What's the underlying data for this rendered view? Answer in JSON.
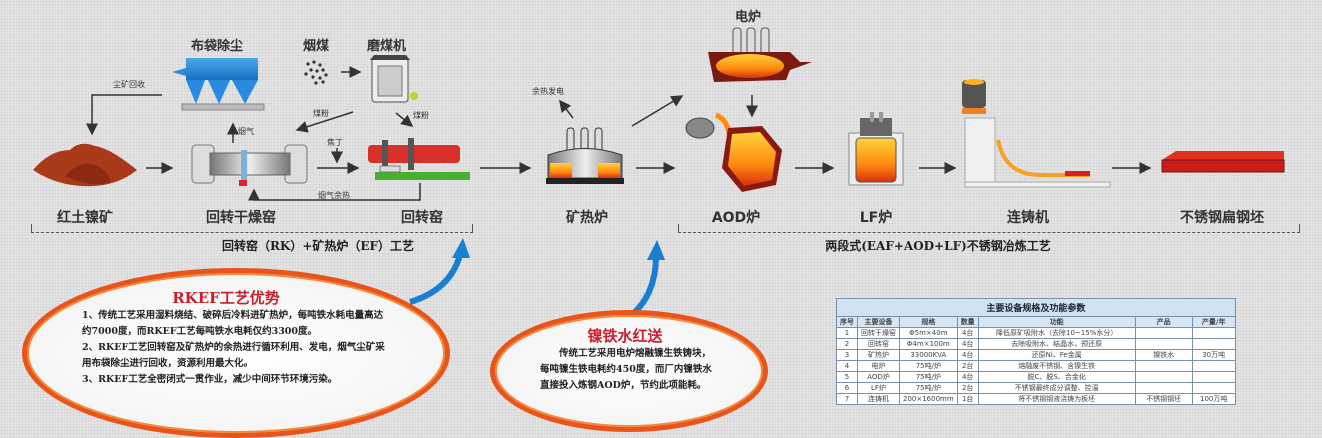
{
  "rk_ef": {
    "nodes": {
      "laterite": "红土镍矿",
      "dryer": "回转干燥窑",
      "kiln": "回转窑",
      "ef": "矿热炉",
      "baghouse": "布袋除尘",
      "coal": "烟煤",
      "mill": "磨煤机"
    },
    "flows": {
      "dust_recovery": "尘矿回收",
      "flue_gas": "烟气",
      "coal_powder_1": "煤粉",
      "coal_powder_2": "煤粉",
      "coke": "焦丁",
      "flue_heat": "烟气余热",
      "waste_heat_power": "余热发电"
    },
    "group_title": "回转窑（RK）+矿热炉（EF）工艺"
  },
  "steel": {
    "nodes": {
      "eaf": "电炉",
      "aod": "AOD炉",
      "lf": "LF炉",
      "caster": "连铸机",
      "slab": "不锈钢扁钢坯"
    },
    "group_title": "两段式(EAF+AOD+LF)不锈钢冶炼工艺"
  },
  "rkef_advantages": {
    "title": "RKEF工艺优势",
    "items": [
      "1、传统工艺采用湿料烧结、破碎后冷料进矿热炉，每吨铁水耗电量高达约7000度，而RKEF工艺每吨铁水电耗仅约3300度。",
      "2、RKEF工艺回转窑及矿热炉的余热进行循环利用、发电，烟气尘矿采用布袋除尘进行回收，资源利用最大化。",
      "3、RKEF工艺全密闭式一贯作业，减少中间环节环境污染。"
    ]
  },
  "hot_metal": {
    "title": "镍铁水红送",
    "text": "传统工艺采用电炉熔融镍生铁铸块，每吨镍生铁电耗约450度，而厂内镍铁水直接投入炼钢AOD炉，节约此项能耗。"
  },
  "spec_table": {
    "title": "主要设备规格及功能参数",
    "headers": [
      "序号",
      "主要设备",
      "规格",
      "数量",
      "功能",
      "产品",
      "产量/年"
    ],
    "rows": [
      [
        "1",
        "回转干燥窑",
        "Φ5m×40m",
        "4台",
        "降低原矿吸附水（去除10~15%水分）",
        "",
        ""
      ],
      [
        "2",
        "回转窑",
        "Φ4m×100m",
        "4台",
        "去除吸附水、结晶水，预还原",
        "",
        ""
      ],
      [
        "3",
        "矿热炉",
        "33000KVA",
        "4台",
        "还原Ni、Fe金属",
        "镍铁水",
        "30万吨"
      ],
      [
        "4",
        "电炉",
        "75吨/炉",
        "2台",
        "熔融废不锈钢、含镍生铁",
        "",
        ""
      ],
      [
        "5",
        "AOD炉",
        "75吨/炉",
        "4台",
        "脱C、脱S、合金化",
        "",
        ""
      ],
      [
        "6",
        "LF炉",
        "75吨/炉",
        "2台",
        "不锈钢最终成分调整、控温",
        "",
        ""
      ],
      [
        "7",
        "连铸机",
        "200×1600mm",
        "1台",
        "将不锈钢钢液浇铸为板坯",
        "不锈钢钢坯",
        "100万吨"
      ]
    ]
  },
  "colors": {
    "accent_red": "#c8202a",
    "ellipse_orange": "#e8541a",
    "arrow_blue": "#1a7fd0",
    "table_header": "#d6e6f4"
  }
}
